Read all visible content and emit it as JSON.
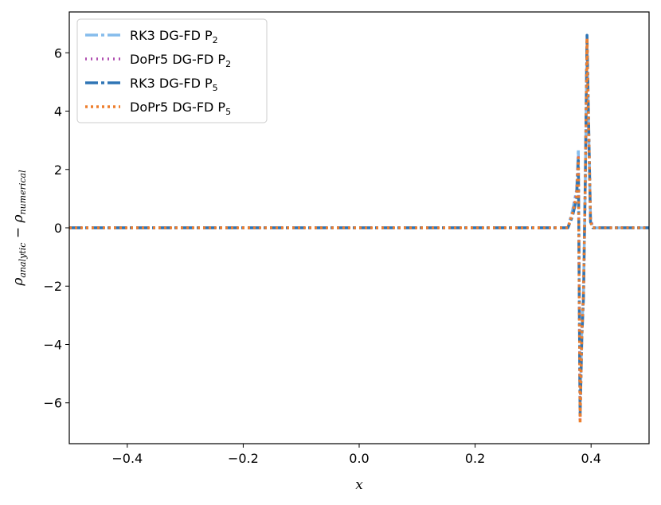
{
  "chart_data": {
    "type": "line",
    "title": "",
    "xlabel": "x",
    "ylabel_main": "ρ",
    "ylabel_sub1": "analytic",
    "ylabel_mid": " − ρ",
    "ylabel_sub2": "numerical",
    "xlim": [
      -0.5,
      0.5
    ],
    "ylim": [
      -7.4,
      7.4
    ],
    "xticks": [
      -0.4,
      -0.2,
      0.0,
      0.2,
      0.4
    ],
    "xtick_labels": [
      "−0.4",
      "−0.2",
      "0.0",
      "0.2",
      "0.4"
    ],
    "yticks": [
      -6,
      -4,
      -2,
      0,
      2,
      4,
      6
    ],
    "ytick_labels": [
      "−6",
      "−4",
      "−2",
      "0",
      "2",
      "4",
      "6"
    ],
    "grid": false,
    "legend_position": "top-left",
    "series": [
      {
        "name": "RK3 DG-FD P",
        "sub": "2",
        "color": "#85bcec",
        "dash": "16,4,4,4",
        "width": 3.5,
        "x": [
          -0.5,
          0.36,
          0.368,
          0.375,
          0.378,
          0.381,
          0.384,
          0.387,
          0.39,
          0.393,
          0.396,
          0.399,
          0.403,
          0.41,
          0.5
        ],
        "y": [
          0,
          0,
          0.6,
          1.3,
          2.7,
          -6.4,
          -3.5,
          -2.2,
          1.5,
          6.4,
          3.2,
          0.3,
          0,
          0,
          0
        ]
      },
      {
        "name": "DoPr5 DG-FD P",
        "sub": "2",
        "color": "#b04fb0",
        "dash": "2,5",
        "width": 3.5,
        "x": [
          -0.5,
          0.36,
          0.368,
          0.375,
          0.378,
          0.381,
          0.384,
          0.387,
          0.39,
          0.393,
          0.396,
          0.399,
          0.403,
          0.41,
          0.5
        ],
        "y": [
          0,
          0,
          0.5,
          1.2,
          2.5,
          -6.6,
          -3.6,
          -2.3,
          1.4,
          6.5,
          3.1,
          0.3,
          0,
          0,
          0
        ]
      },
      {
        "name": "RK3 DG-FD P",
        "sub": "5",
        "color": "#2f75b5",
        "dash": "16,4,4,4",
        "width": 3.5,
        "x": [
          -0.5,
          0.36,
          0.368,
          0.375,
          0.378,
          0.381,
          0.384,
          0.387,
          0.39,
          0.393,
          0.396,
          0.399,
          0.403,
          0.41,
          0.5
        ],
        "y": [
          0,
          0,
          0.4,
          1.0,
          2.3,
          -6.5,
          -3.8,
          -2.4,
          1.6,
          6.6,
          3.4,
          0.2,
          0,
          0,
          0
        ]
      },
      {
        "name": "DoPr5 DG-FD P",
        "sub": "5",
        "color": "#ee7f2d",
        "dash": "3,4",
        "width": 3.5,
        "x": [
          -0.5,
          0.36,
          0.368,
          0.375,
          0.378,
          0.381,
          0.384,
          0.387,
          0.39,
          0.393,
          0.396,
          0.399,
          0.403,
          0.41,
          0.5
        ],
        "y": [
          0,
          0,
          0.5,
          1.1,
          2.4,
          -6.7,
          -3.7,
          -2.2,
          1.5,
          6.5,
          3.3,
          0.2,
          0,
          0,
          0
        ]
      }
    ]
  }
}
